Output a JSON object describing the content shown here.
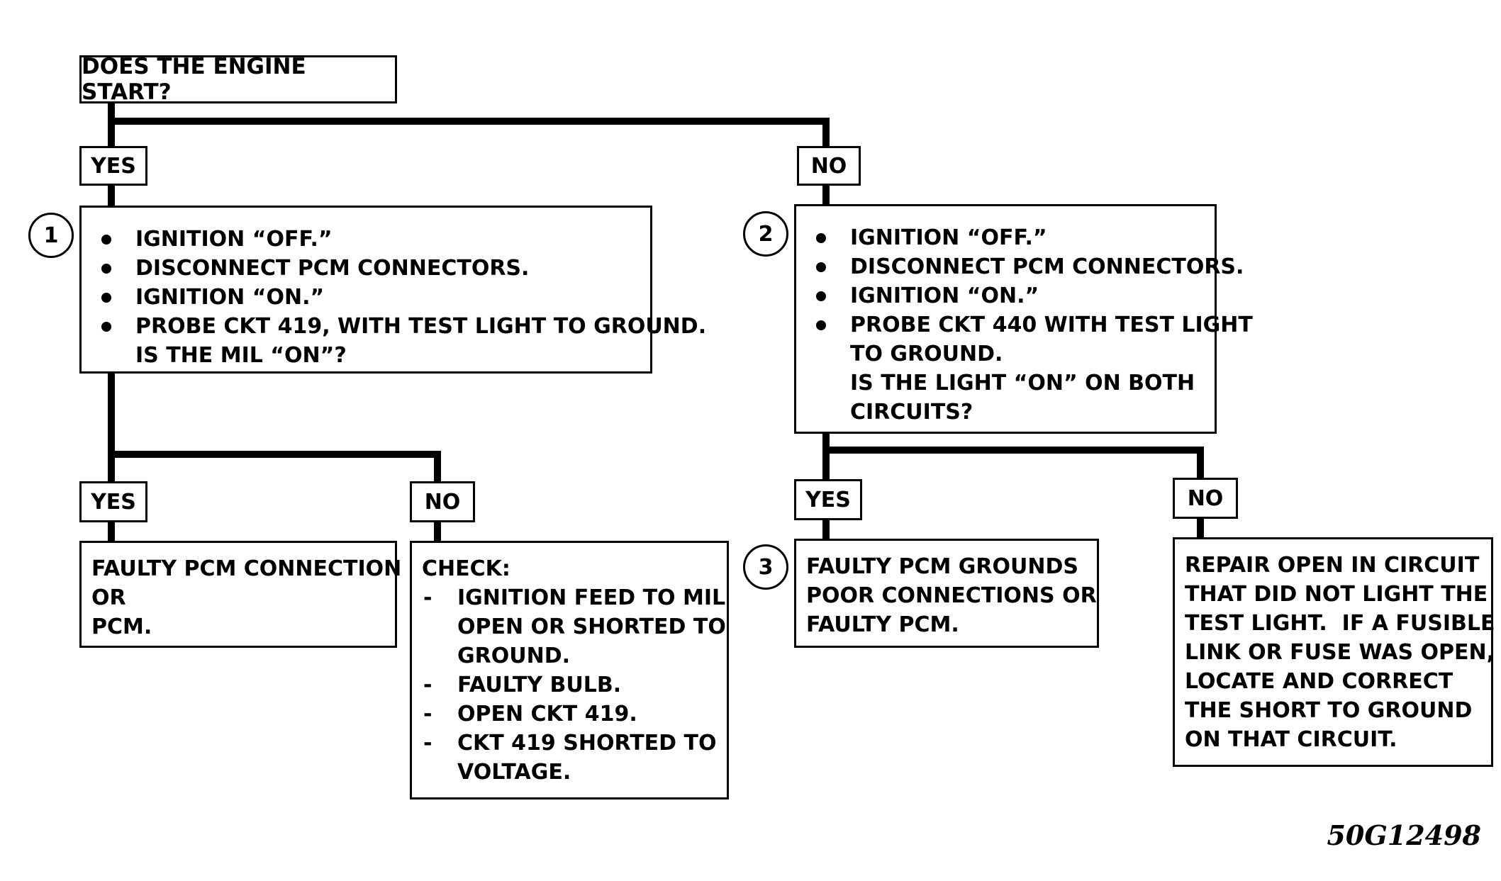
{
  "start": {
    "question": "DOES THE ENGINE START?"
  },
  "branch_labels": {
    "yes": "YES",
    "no": "NO"
  },
  "steps": [
    {
      "number": "1",
      "bullets": [
        "IGNITION “OFF.”",
        "DISCONNECT PCM CONNECTORS.",
        "IGNITION “ON.”",
        "PROBE CKT 419, WITH TEST LIGHT TO GROUND."
      ],
      "continuation": [
        "IS THE MIL “ON”?"
      ]
    },
    {
      "number": "2",
      "bullets": [
        "IGNITION “OFF.”",
        "DISCONNECT PCM CONNECTORS.",
        "IGNITION “ON.”",
        "PROBE CKT 440 WITH TEST LIGHT"
      ],
      "continuation": [
        "TO GROUND.",
        "IS THE LIGHT “ON” ON BOTH",
        "CIRCUITS?"
      ]
    }
  ],
  "step3_number": "3",
  "outcomes": {
    "s1_yes": [
      "FAULTY PCM CONNECTION",
      "OR",
      "PCM."
    ],
    "s1_no": {
      "heading": "CHECK:",
      "items": [
        [
          "IGNITION FEED TO MIL",
          "OPEN OR SHORTED TO",
          "GROUND."
        ],
        [
          "FAULTY BULB."
        ],
        [
          "OPEN CKT 419."
        ],
        [
          "CKT 419 SHORTED TO",
          "VOLTAGE."
        ]
      ]
    },
    "s2_yes": [
      "FAULTY PCM GROUNDS",
      "POOR CONNECTIONS OR",
      "FAULTY PCM."
    ],
    "s2_no": [
      "REPAIR OPEN IN CIRCUIT",
      "THAT DID NOT LIGHT THE",
      "TEST LIGHT.  IF A FUSIBLE",
      "LINK OR FUSE WAS OPEN,",
      "LOCATE AND CORRECT",
      "THE SHORT TO GROUND",
      "ON THAT CIRCUIT."
    ]
  },
  "figure_id": "50G12498"
}
